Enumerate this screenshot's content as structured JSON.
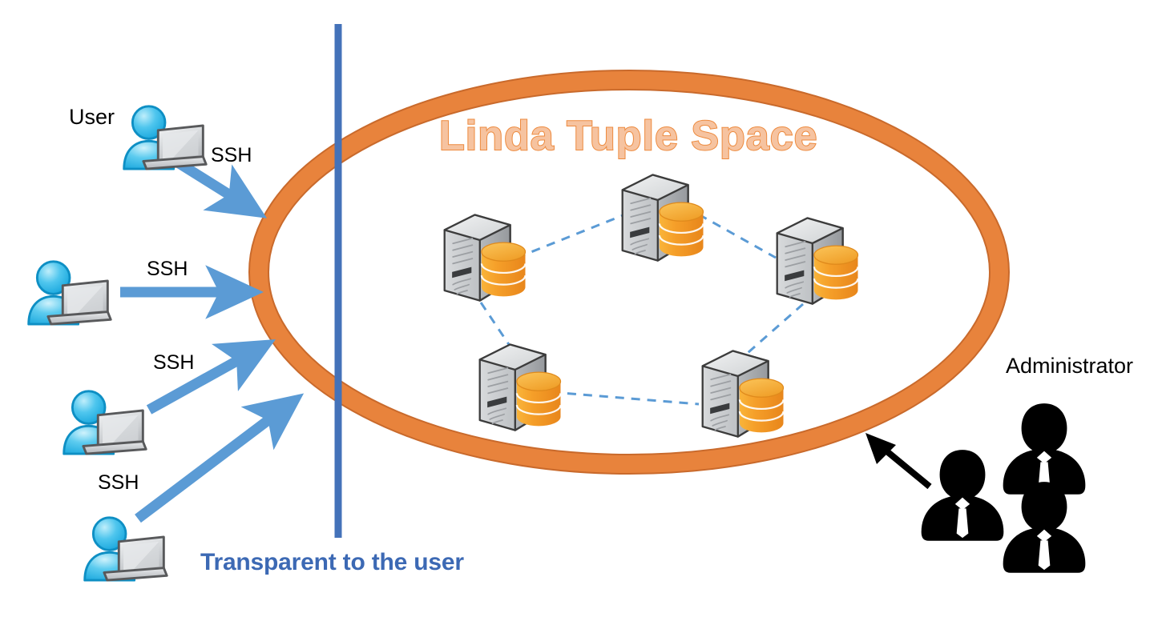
{
  "diagram": {
    "title": "Linda Tuple Space",
    "footer_note": "Transparent to the user",
    "colors": {
      "ellipse_fill": "#E8833C",
      "ellipse_stroke": "#C96A2C",
      "title_fill": "#F6C3A0",
      "title_stroke": "#ED8A3E",
      "arrow_blue": "#5B9BD5",
      "divider_blue": "#4472B9",
      "note_blue": "#3C69B4",
      "database_orange": "#F5A22D",
      "server_gray": "#C9CBCD",
      "admin_black": "#000000",
      "link_dash_blue": "#5B9BD5",
      "user_cyan": "#29B6E8"
    },
    "labels": {
      "user": "User",
      "administrator": "Administrator"
    },
    "ssh_arrows": [
      {
        "label": "SSH",
        "direction": "down-right"
      },
      {
        "label": "SSH",
        "direction": "right"
      },
      {
        "label": "SSH",
        "direction": "up-right"
      },
      {
        "label": "SSH",
        "direction": "up-right"
      }
    ],
    "clients": [
      {
        "name": "user-workstation-1",
        "labeled": true
      },
      {
        "name": "user-workstation-2",
        "labeled": false
      },
      {
        "name": "user-workstation-3",
        "labeled": false
      },
      {
        "name": "user-workstation-4",
        "labeled": false
      }
    ],
    "servers": [
      {
        "id": "server-left",
        "position": "left"
      },
      {
        "id": "server-top",
        "position": "top"
      },
      {
        "id": "server-right",
        "position": "right"
      },
      {
        "id": "server-bottom-left",
        "position": "bottom-left"
      },
      {
        "id": "server-bottom-right",
        "position": "bottom-right"
      }
    ],
    "server_links": [
      [
        "server-left",
        "server-top"
      ],
      [
        "server-top",
        "server-right"
      ],
      [
        "server-right",
        "server-bottom-right"
      ],
      [
        "server-bottom-right",
        "server-bottom-left"
      ],
      [
        "server-bottom-left",
        "server-left"
      ]
    ],
    "administrators": [
      {
        "id": "admin-1"
      },
      {
        "id": "admin-2"
      },
      {
        "id": "admin-3"
      }
    ],
    "admin_arrow": {
      "direction": "up-left",
      "color": "#000000"
    },
    "boundary_line": {
      "orientation": "vertical",
      "color": "#4472B9"
    }
  }
}
